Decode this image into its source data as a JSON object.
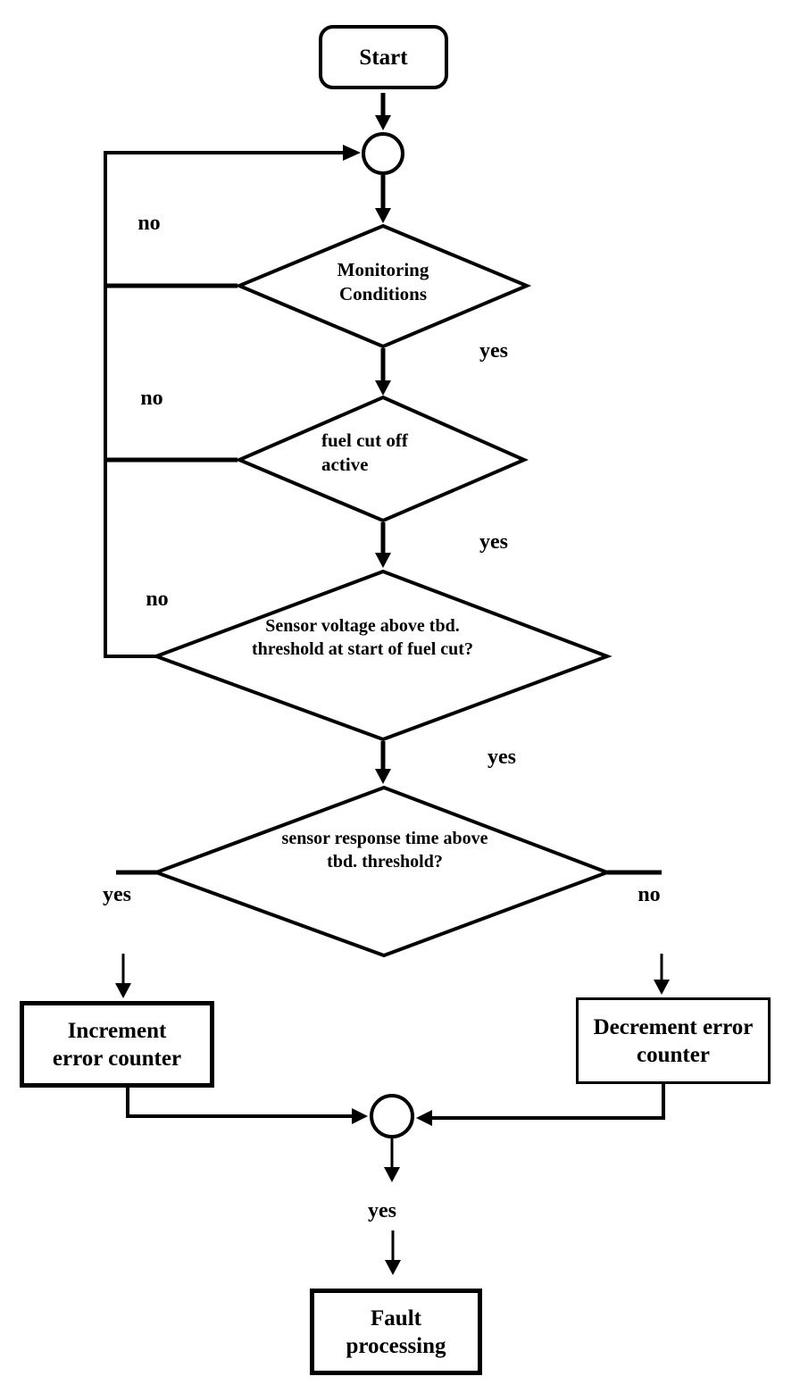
{
  "flowchart": {
    "colors": {
      "line": "#000000",
      "background": "#ffffff"
    },
    "start": {
      "label": "Start"
    },
    "decisions": [
      {
        "lines": [
          "Monitoring",
          "Conditions"
        ],
        "yes": "yes",
        "no": "no"
      },
      {
        "lines": [
          "fuel cut off",
          "active"
        ],
        "yes": "yes",
        "no": "no"
      },
      {
        "lines": [
          "Sensor voltage above tbd.",
          "threshold at start of fuel cut?"
        ],
        "yes": "yes",
        "no": "no"
      },
      {
        "lines": [
          "sensor response time above",
          "tbd. threshold?"
        ],
        "yes": "yes",
        "no": "no"
      }
    ],
    "processes": [
      {
        "lines": [
          "Increment",
          "error counter"
        ]
      },
      {
        "lines": [
          "Decrement error",
          "counter"
        ]
      }
    ],
    "merge_label": "yes",
    "end": {
      "lines": [
        "Fault",
        "processing"
      ]
    }
  }
}
